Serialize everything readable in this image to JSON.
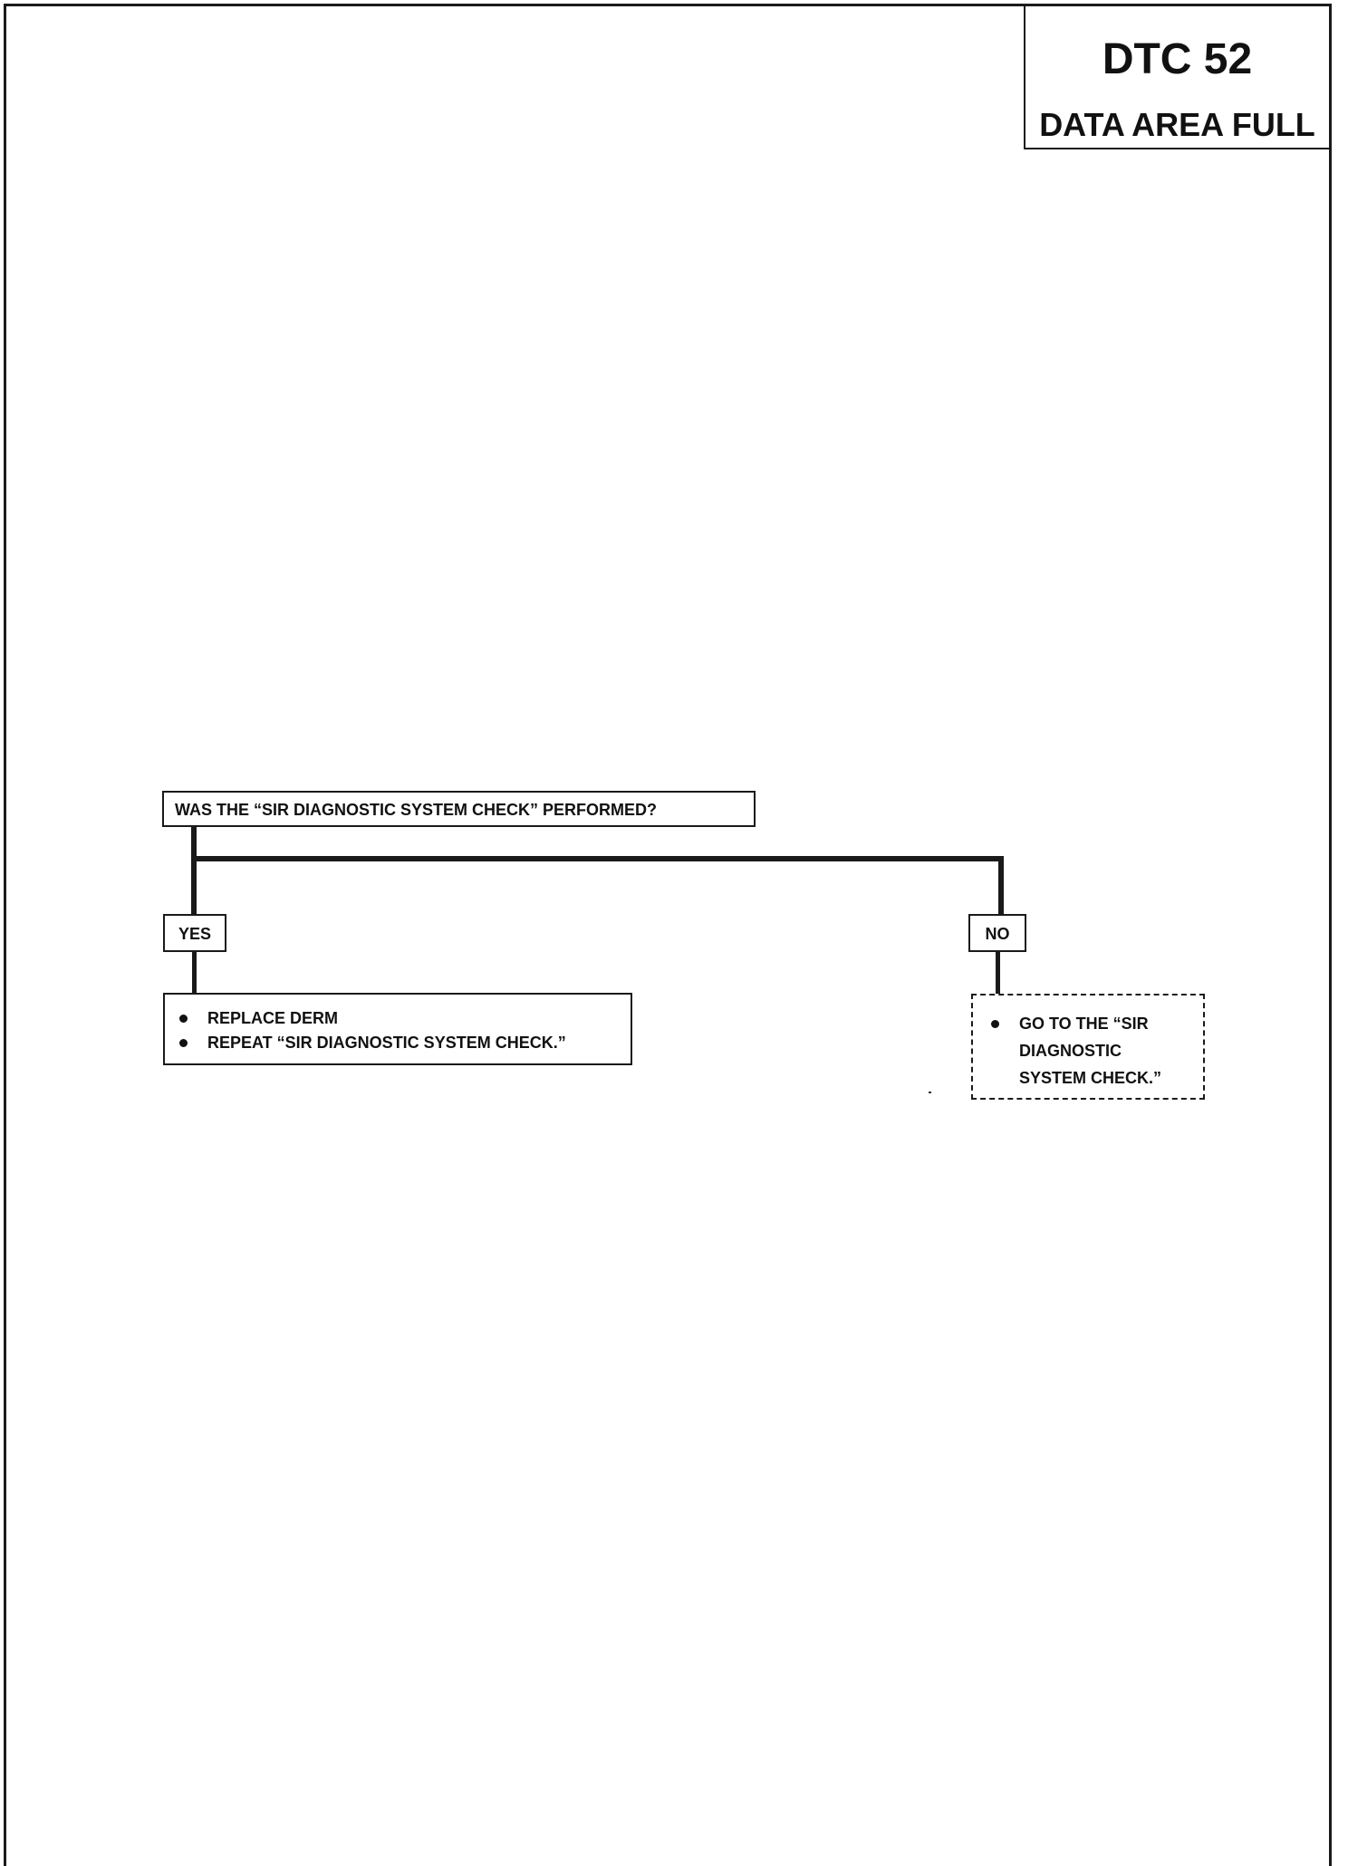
{
  "header": {
    "code": "DTC 52",
    "subtitle": "DATA AREA FULL"
  },
  "flowchart": {
    "question": "WAS THE “SIR DIAGNOSTIC SYSTEM CHECK” PERFORMED?",
    "yes_label": "YES",
    "no_label": "NO",
    "yes_actions": [
      "REPLACE DERM",
      "REPEAT “SIR DIAGNOSTIC SYSTEM CHECK.”"
    ],
    "no_action_lines": [
      "GO TO THE “SIR",
      "DIAGNOSTIC",
      "SYSTEM CHECK.”"
    ]
  }
}
